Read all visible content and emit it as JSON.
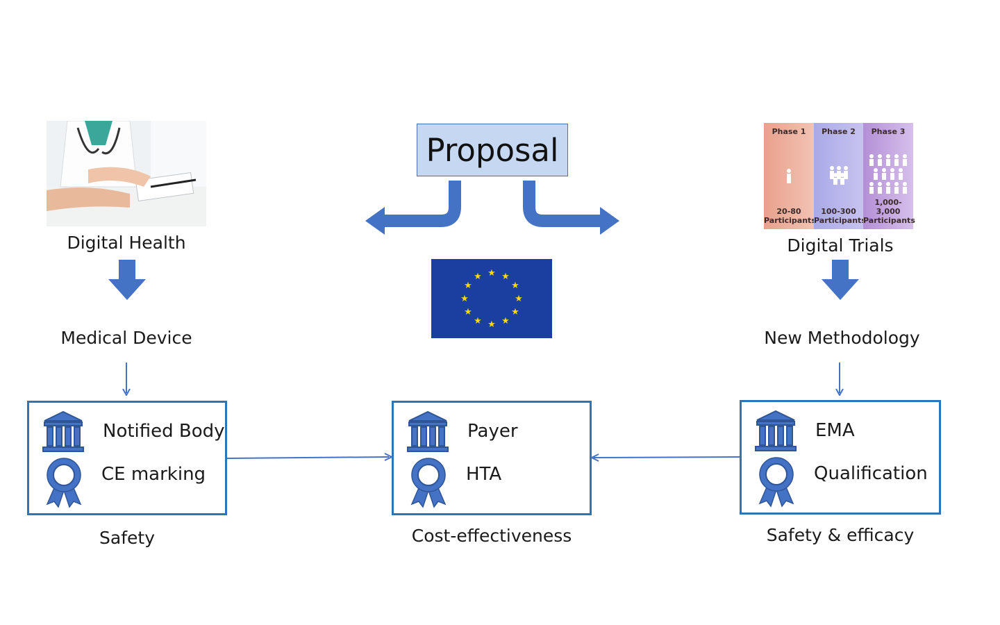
{
  "center": {
    "proposal": "Proposal",
    "payer": "Payer",
    "hta": "HTA",
    "caption": "Cost-effectiveness"
  },
  "left": {
    "title": "Digital Health",
    "middle": "Medical Device",
    "box_line1": "Notified Body",
    "box_line2": "CE marking",
    "caption": "Safety"
  },
  "right": {
    "title": "Digital Trials",
    "middle": "New Methodology",
    "box_line1": "EMA",
    "box_line2": "Qualification",
    "caption": "Safety & efficacy",
    "phases": [
      {
        "title": "Phase 1",
        "count": "20-80",
        "unit": "Participants",
        "color_from": "#e8a08c",
        "color_to": "#f2c3b3"
      },
      {
        "title": "Phase 2",
        "count": "100-300",
        "unit": "Participants",
        "color_from": "#a9a9e6",
        "color_to": "#c7c3ef"
      },
      {
        "title": "Phase 3",
        "count": "1,000-3,000",
        "unit": "Participants",
        "color_from": "#b48fd6",
        "color_to": "#d6c0ea"
      }
    ]
  },
  "colors": {
    "arrow_blue": "#4472c4",
    "box_border": "#2e75b6",
    "icon_blue": "#4472c4",
    "proposal_fill": "#c5d7f1",
    "eu_blue": "#1a3fa0",
    "eu_star": "#ffd800"
  },
  "icons": {
    "institution": "bank-building-icon",
    "award": "award-ribbon-icon"
  }
}
